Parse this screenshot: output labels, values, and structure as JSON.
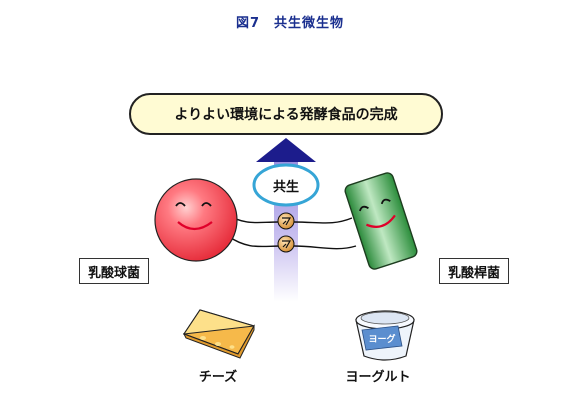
{
  "figure": {
    "title": "図7　共生微生物"
  },
  "goal": {
    "text": "よりよい環境による発酵食品の完成"
  },
  "center": {
    "symbiosis_label": "共生"
  },
  "bacteria": {
    "left_label": "乳酸球菌",
    "right_label": "乳酸桿菌"
  },
  "foods": {
    "cheese_label": "チーズ",
    "yogurt_label": "ヨーグルト",
    "yogurt_cup_text": "ヨーグ"
  },
  "colors": {
    "title": "#1a2f8f",
    "goal_fill": "#fffbd3",
    "arrow_head": "#1c1c8c",
    "arrow_shaft_top": "#b4a7e6",
    "arrow_shaft_bottom": "#ffffff",
    "cocci_fill": "#f0394f",
    "rod_fill": "#2e9a3e",
    "smile": "#e0002a",
    "cloud_outline": "#36a5d6",
    "coin": "#e4a14a"
  }
}
